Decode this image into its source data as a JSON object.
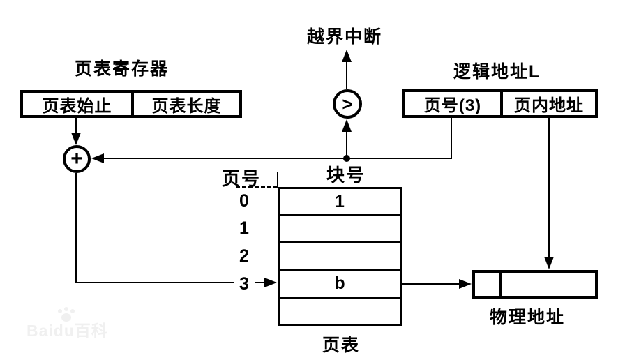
{
  "diagram": {
    "interrupt_label": "越界中断",
    "register": {
      "title": "页表寄存器",
      "cell_start": "页表始止",
      "cell_length": "页表长度"
    },
    "logical_address": {
      "title": "逻辑地址L",
      "cell_page_no": "页号(3)",
      "cell_offset": "页内地址"
    },
    "comparator_symbol": ">",
    "adder_symbol": "+",
    "page_table": {
      "page_no_header": "页号",
      "block_no_header": "块号",
      "caption": "页表",
      "row_indices": [
        "0",
        "1",
        "2",
        "3"
      ],
      "rows": [
        {
          "value": "1"
        },
        {
          "value": ""
        },
        {
          "value": ""
        },
        {
          "value": "b"
        },
        {
          "value": ""
        }
      ]
    },
    "physical_address": {
      "label": "物理地址"
    },
    "watermark": "Baidu百科"
  }
}
